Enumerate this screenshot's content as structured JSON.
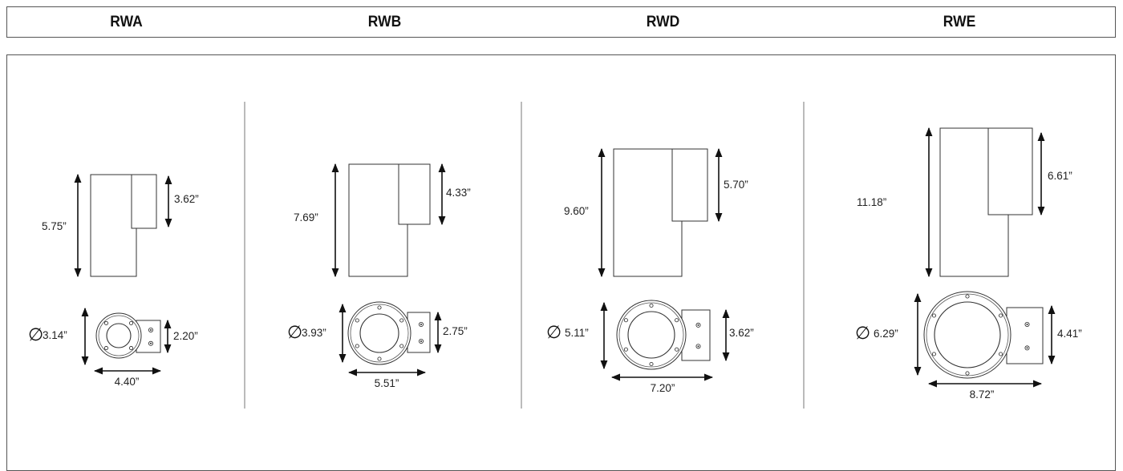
{
  "header": {
    "models": [
      "RWA",
      "RWB",
      "RWD",
      "RWE"
    ]
  },
  "fixtures": [
    {
      "model": "RWA",
      "height": "5.75”",
      "head_height": "3.62”",
      "diameter_symbol": "∅",
      "diameter": "3.14”",
      "plate_height": "2.20”",
      "depth": "4.40”"
    },
    {
      "model": "RWB",
      "height": "7.69”",
      "head_height": "4.33”",
      "diameter_symbol": "∅",
      "diameter": "3.93”",
      "plate_height": "2.75”",
      "depth": "5.51”"
    },
    {
      "model": "RWD",
      "height": "9.60”",
      "head_height": "5.70”",
      "diameter_symbol": "∅",
      "diameter": "5.11”",
      "plate_height": "3.62”",
      "depth": "7.20”"
    },
    {
      "model": "RWE",
      "height": "11.18”",
      "head_height": "6.61”",
      "diameter_symbol": "∅",
      "diameter": "6.29”",
      "plate_height": "4.41”",
      "depth": "8.72”"
    }
  ]
}
